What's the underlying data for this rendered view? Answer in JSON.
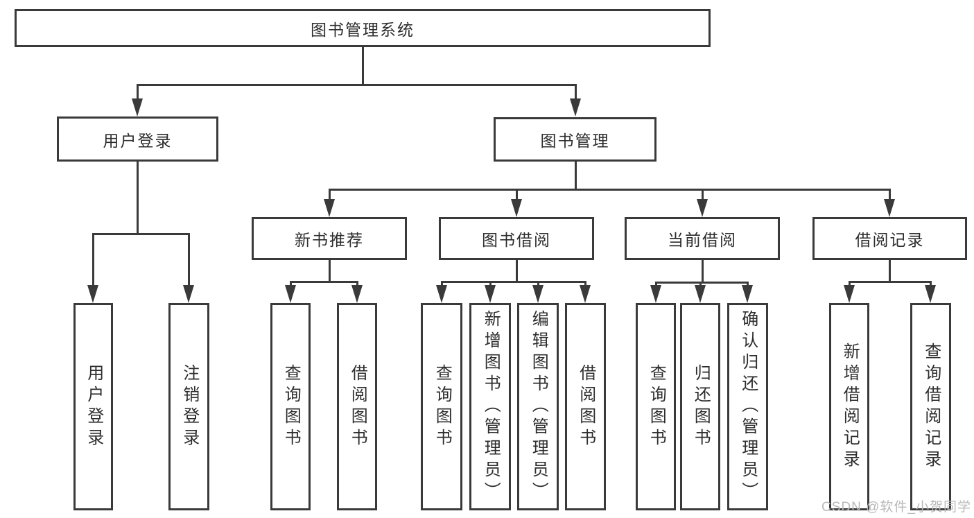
{
  "diagram": {
    "title": "图书管理系统",
    "watermark": "CSDN @软件_小贺同学",
    "colors": {
      "line": "#3a3a3a",
      "text": "#2d2d2d",
      "watermark": "#b9b9b9"
    },
    "nodes": [
      {
        "id": "root",
        "label": "图书管理系统",
        "parent": null
      },
      {
        "id": "user-login",
        "label": "用户登录",
        "parent": "root"
      },
      {
        "id": "book-mgmt",
        "label": "图书管理",
        "parent": "root"
      },
      {
        "id": "ul-login",
        "label": "用户登录",
        "parent": "user-login"
      },
      {
        "id": "ul-logout",
        "label": "注销登录",
        "parent": "user-login"
      },
      {
        "id": "new-book-rec",
        "label": "新书推荐",
        "parent": "book-mgmt"
      },
      {
        "id": "book-borrow",
        "label": "图书借阅",
        "parent": "book-mgmt"
      },
      {
        "id": "current-borrow",
        "label": "当前借阅",
        "parent": "book-mgmt"
      },
      {
        "id": "borrow-records",
        "label": "借阅记录",
        "parent": "book-mgmt"
      },
      {
        "id": "nbr-query",
        "label": "查询图书",
        "parent": "new-book-rec"
      },
      {
        "id": "nbr-borrow",
        "label": "借阅图书",
        "parent": "new-book-rec"
      },
      {
        "id": "bb-query",
        "label": "查询图书",
        "parent": "book-borrow"
      },
      {
        "id": "bb-add",
        "label": "新增图书（管理员）",
        "parent": "book-borrow"
      },
      {
        "id": "bb-edit",
        "label": "编辑图书（管理员）",
        "parent": "book-borrow"
      },
      {
        "id": "bb-borrow",
        "label": "借阅图书",
        "parent": "book-borrow"
      },
      {
        "id": "cb-query",
        "label": "查询图书",
        "parent": "current-borrow"
      },
      {
        "id": "cb-return",
        "label": "归还图书",
        "parent": "current-borrow"
      },
      {
        "id": "cb-confirm",
        "label": "确认归还（管理员）",
        "parent": "current-borrow"
      },
      {
        "id": "br-add",
        "label": "新增借阅记录",
        "parent": "borrow-records"
      },
      {
        "id": "br-query",
        "label": "查询借阅记录",
        "parent": "borrow-records"
      }
    ]
  }
}
